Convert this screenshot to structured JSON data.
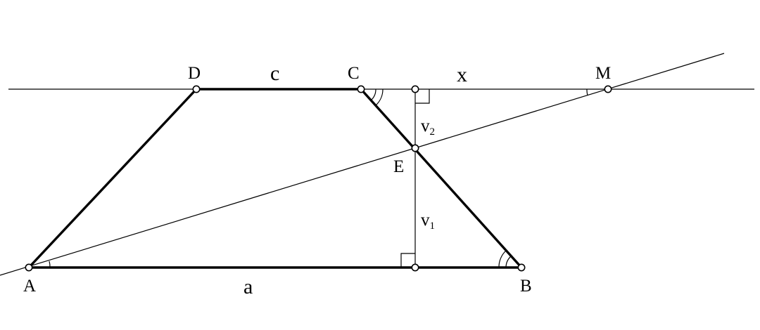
{
  "figure": {
    "points": {
      "A": "A",
      "B": "B",
      "C": "C",
      "D": "D",
      "E": "E",
      "M": "M"
    },
    "segments": {
      "a": "a",
      "c": "c",
      "x": "x"
    },
    "heights": {
      "v1_main": "v",
      "v1_sub": "1",
      "v2_main": "v",
      "v2_sub": "2"
    }
  }
}
